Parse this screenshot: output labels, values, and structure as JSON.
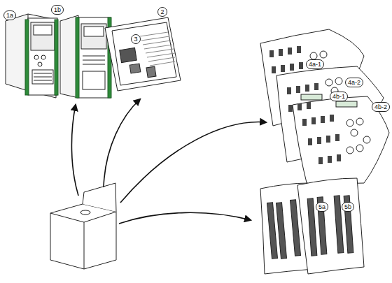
{
  "diagram": {
    "labels": [
      "1a",
      "1b",
      "2",
      "3",
      "4a-1",
      "4a-2",
      "4b-1",
      "4b-2",
      "5a",
      "5b"
    ]
  }
}
